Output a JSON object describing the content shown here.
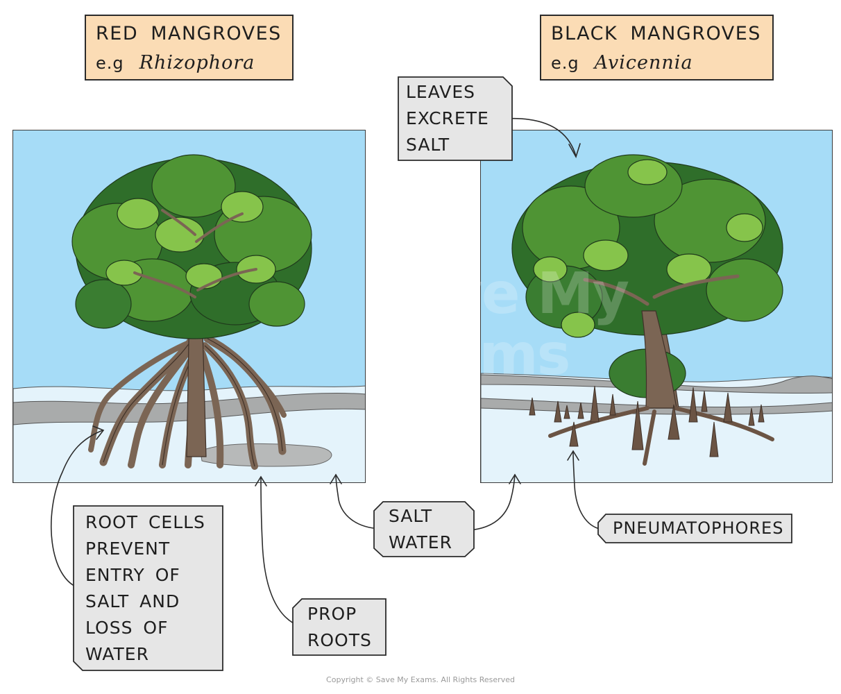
{
  "title_left": {
    "name": "RED  MANGROVES",
    "eg": "e.g",
    "species": "Rhizophora"
  },
  "title_right": {
    "name": "BLACK  MANGROVES",
    "eg": "e.g",
    "species": "Avicennia"
  },
  "labels": {
    "leaves": "LEAVES\nEXCRETE\nSALT",
    "root_cells": "ROOT CELLS\nPREVENT\nENTRY OF\nSALT AND\nLOSS OF\nWATER",
    "prop_roots": "PROP\nROOTS",
    "salt_water": "SALT\nWATER",
    "pneumatophores": "PNEUMATOPHORES"
  },
  "watermark": "Save My\nExams",
  "copyright": "Copyright © Save My Exams. All Rights Reserved",
  "colors": {
    "sky": "#a6dcf7",
    "mud_light": "#e4f3fb",
    "mud_grey": "#a9abab",
    "title_bg": "#fbdcb5",
    "label_bg": "#e6e6e6",
    "trunk": "#7b6554",
    "leaf_dark": "#2f6e2a",
    "leaf_mid": "#4f9434",
    "leaf_light": "#86c44b"
  }
}
